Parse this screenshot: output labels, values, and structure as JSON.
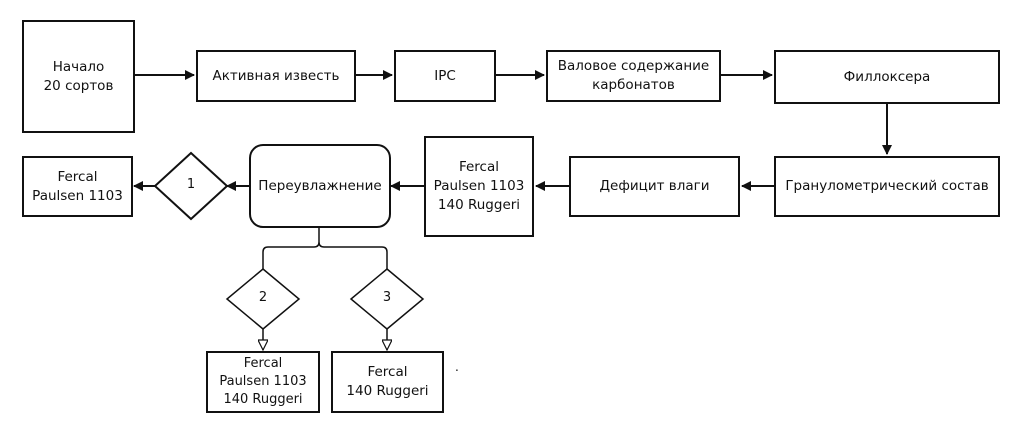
{
  "nodes": {
    "start": [
      "Начало",
      "20 сортов"
    ],
    "active_lime": [
      "Активная известь"
    ],
    "ipc": [
      "IPC"
    ],
    "carbonates": [
      "Валовое содержание",
      "карбонатов"
    ],
    "phylloxera": [
      "Филлоксера"
    ],
    "granulometric": [
      "Гранулометрический состав"
    ],
    "water_deficit": [
      "Дефицит влаги"
    ],
    "rootstocks_a": [
      "Fercal",
      "Paulsen 1103",
      "140 Ruggeri"
    ],
    "overwetting": [
      "Переувлажнение"
    ],
    "rootstocks_b": [
      "Fercal",
      "Paulsen 1103"
    ],
    "rootstocks_c": [
      "Fercal",
      "Paulsen 1103",
      "140 Ruggeri"
    ],
    "rootstocks_d": [
      "Fercal",
      "140 Ruggeri"
    ]
  },
  "decisions": {
    "d1": "1",
    "d2": "2",
    "d3": "3"
  },
  "misc": {
    "dot": "."
  }
}
